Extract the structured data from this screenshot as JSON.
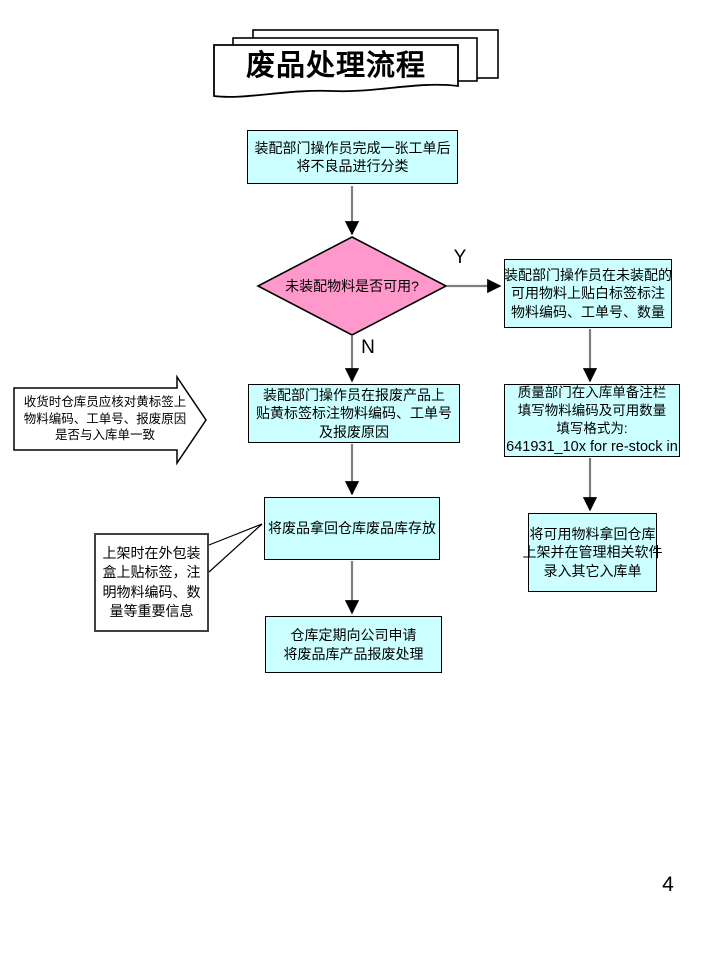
{
  "title": {
    "text": "废品处理流程"
  },
  "colors": {
    "box_fill": "#ccffff",
    "decision_fill": "#ff99cc",
    "connector": "#7f7f7f",
    "border": "#000000"
  },
  "flow": {
    "start": {
      "lines": [
        "装配部门操作员完成一张工单后",
        "将不良品进行分类"
      ]
    },
    "decision": {
      "text": "未装配物料是否可用?",
      "yes_label": "Y",
      "no_label": "N"
    },
    "scrap_label": {
      "lines": [
        "装配部门操作员在报废产品上",
        "贴黄标签标注物料编码、工单号",
        "及报废原因"
      ]
    },
    "store": {
      "text": "将废品拿回仓库废品库存放"
    },
    "apply": {
      "lines": [
        "仓库定期向公司申请",
        "将废品库产品报废处理"
      ]
    },
    "usable_label": {
      "lines": [
        "装配部门操作员在未装配的",
        "可用物料上贴白标签标注",
        "物料编码、工单号、数量"
      ]
    },
    "quality_note": {
      "lines": [
        "质量部门在入库单备注栏",
        "填写物料编码及可用数量",
        "填写格式为:",
        "641931_10x for re-stock in"
      ]
    },
    "restock": {
      "lines": [
        "将可用物料拿回仓库",
        "上架并在管理相关软件",
        "录入其它入库单"
      ]
    },
    "receive_note": {
      "lines": [
        "收货时仓库员应核对黄标签上",
        "物料编码、工单号、报废原因",
        "是否与入库单一致"
      ]
    },
    "shelf_note": {
      "lines": [
        "上架时在外包装",
        "盒上贴标签，注",
        "明物料编码、数",
        "量等重要信息"
      ]
    }
  },
  "page": {
    "number": "4"
  }
}
